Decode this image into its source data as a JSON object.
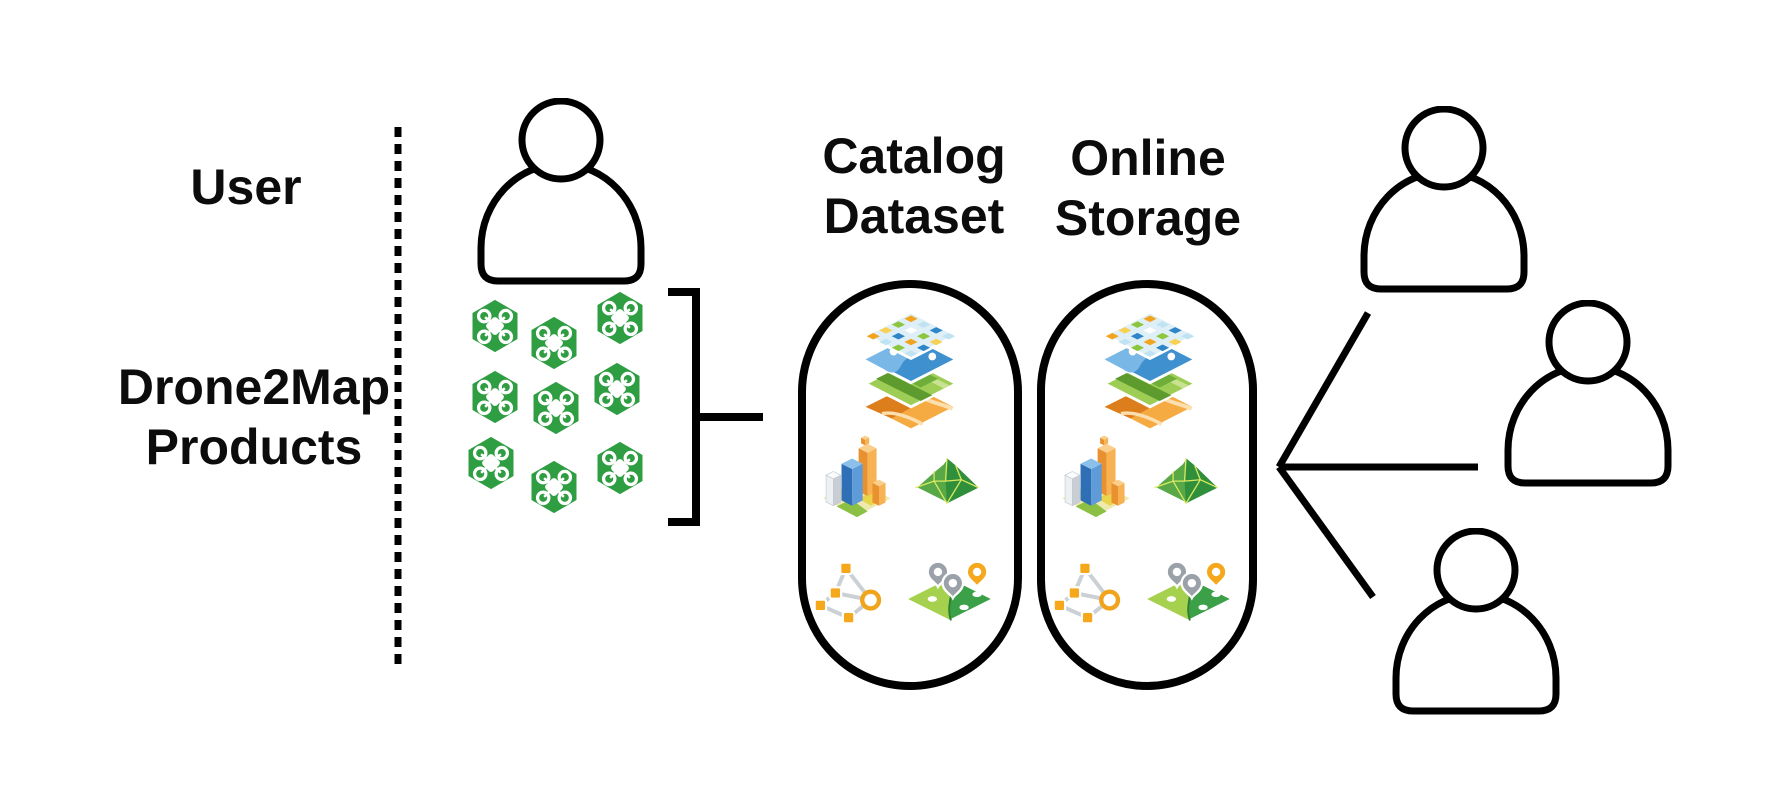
{
  "colors": {
    "ink": "#000000",
    "drone_green": "#2F9E42",
    "esri_orange": "#F5A81C",
    "esri_blue": "#2E86C8",
    "esri_green": "#8CC63E"
  },
  "left_panel": {
    "user_label": "User",
    "products_label_line1": "Drone2Map",
    "products_label_line2": "Products"
  },
  "containers": {
    "catalog": {
      "label_line1": "Catalog",
      "label_line2": "Dataset"
    },
    "online": {
      "label_line1": "Online",
      "label_line2": "Storage"
    }
  },
  "drones": {
    "count": 9,
    "icon": "drone-hexagon-icon"
  },
  "users": {
    "left_count": 1,
    "right_count": 3
  },
  "product_icons": [
    "layers-icon",
    "city-3d-icon",
    "tin-terrain-icon",
    "link-chart-icon",
    "pins-map-icon"
  ]
}
